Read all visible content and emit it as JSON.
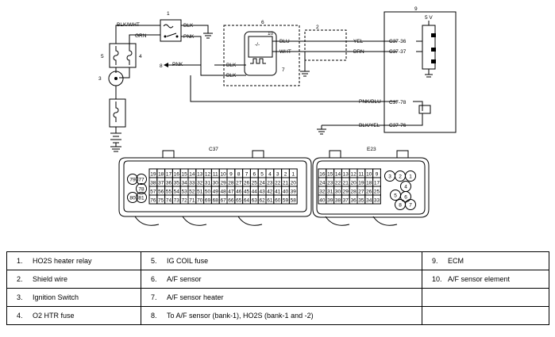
{
  "wiring": {
    "callouts": [
      "1",
      "2",
      "3",
      "4",
      "5",
      "6",
      "7",
      "8",
      "9",
      "10"
    ],
    "wire_blk_wht": "BLK/WHT",
    "wire_grn": "GRN",
    "wire_blk_relay": "BLK",
    "wire_pnk_relay": "PNK",
    "wire_pnk_arrow": "PNK",
    "wire_blk_1": "BLK",
    "wire_blk_2": "BLK",
    "wire_blu": "BLU",
    "wire_wht": "WHT",
    "wire_yel": "YEL",
    "wire_brn": "BRN",
    "wire_pnk_blu": "PNK/BLU",
    "wire_blk_yel": "BLK/YEL",
    "pin_c37_36": "C37-36",
    "pin_c37_37": "C37-37",
    "pin_c37_76": "C37-76",
    "pin_c37_78": "C37-78",
    "ecm_voltage": "5 V"
  },
  "connectors": {
    "c37_title": "C37",
    "e23_title": "E23",
    "c37_rows": [
      [
        "19",
        "18",
        "17",
        "16",
        "15",
        "14",
        "13",
        "12",
        "11",
        "10",
        "9",
        "8",
        "7",
        "6",
        "5",
        "4",
        "3",
        "2",
        "1"
      ],
      [
        "38",
        "37",
        "36",
        "35",
        "34",
        "33",
        "32",
        "31",
        "30",
        "29",
        "28",
        "27",
        "26",
        "25",
        "24",
        "23",
        "22",
        "21",
        "20"
      ],
      [
        "57",
        "56",
        "55",
        "54",
        "53",
        "52",
        "51",
        "50",
        "49",
        "48",
        "47",
        "46",
        "45",
        "44",
        "43",
        "42",
        "41",
        "40",
        "39"
      ],
      [
        "76",
        "75",
        "74",
        "73",
        "72",
        "71",
        "70",
        "69",
        "68",
        "67",
        "66",
        "65",
        "64",
        "63",
        "62",
        "61",
        "60",
        "59",
        "58"
      ]
    ],
    "c37_side": [
      "79",
      "77",
      "78",
      "80",
      "81"
    ],
    "e23_rows": [
      [
        "16",
        "15",
        "14",
        "13",
        "12",
        "11",
        "10",
        "9"
      ],
      [
        "24",
        "23",
        "22",
        "21",
        "20",
        "19",
        "18",
        "17"
      ],
      [
        "32",
        "31",
        "30",
        "29",
        "28",
        "27",
        "26",
        "25"
      ],
      [
        "40",
        "39",
        "38",
        "37",
        "36",
        "35",
        "34",
        "33"
      ]
    ],
    "e23_side": [
      "3",
      "2",
      "1",
      "4",
      "5",
      "6",
      "7",
      "8"
    ]
  },
  "legend": {
    "rows": [
      [
        {
          "num": "1.",
          "text": "HO2S heater relay"
        },
        {
          "num": "5.",
          "text": "IG COIL fuse"
        },
        {
          "num": "9.",
          "text": "ECM"
        }
      ],
      [
        {
          "num": "2.",
          "text": "Shield wire"
        },
        {
          "num": "6.",
          "text": "A/F sensor"
        },
        {
          "num": "10.",
          "text": "A/F sensor element"
        }
      ],
      [
        {
          "num": "3.",
          "text": "Ignition Switch"
        },
        {
          "num": "7.",
          "text": "A/F sensor heater"
        },
        {
          "num": "",
          "text": ""
        }
      ],
      [
        {
          "num": "4.",
          "text": "O2 HTR fuse"
        },
        {
          "num": "8.",
          "text": "To A/F sensor (bank-1), HO2S (bank-1 and -2)"
        },
        {
          "num": "",
          "text": ""
        }
      ]
    ]
  }
}
